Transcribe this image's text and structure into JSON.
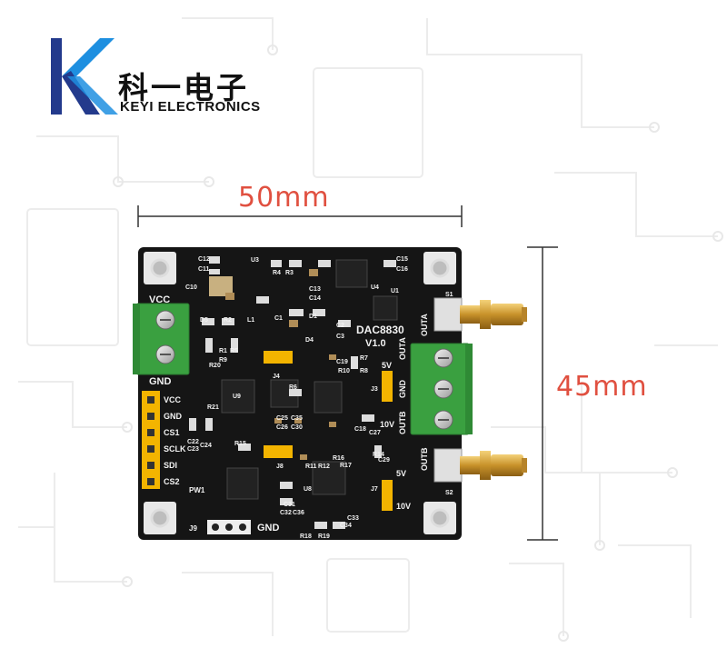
{
  "brand": {
    "name_cn": "科一电子",
    "name_en": "KEYI ELECTRONICS"
  },
  "dimensions": {
    "width_label": "50mm",
    "height_label": "45mm"
  },
  "board": {
    "model": "DAC8830",
    "version": "V1.0",
    "power_pins": {
      "vcc": "VCC",
      "gnd": "GND"
    },
    "header_pins": [
      "VCC",
      "GND",
      "CS1",
      "SCLK",
      "SDI",
      "CS2"
    ],
    "output_terminal": [
      "OUTA",
      "GND",
      "OUTB"
    ],
    "sma_labels": [
      "OUTA",
      "OUTB"
    ],
    "jumper_options": [
      "5V",
      "10V"
    ],
    "bottom_header": {
      "ref": "J9",
      "label": "GND"
    },
    "pw_label": "PW1",
    "designators": [
      "C12",
      "C11",
      "C10",
      "U3",
      "R4",
      "R3",
      "C13",
      "C14",
      "C15",
      "C16",
      "U4",
      "U1",
      "D5",
      "R2",
      "L1",
      "D1",
      "C1",
      "C2",
      "C3",
      "D4",
      "R1",
      "R5",
      "R9",
      "R20",
      "C19",
      "R10",
      "J4",
      "R6",
      "R7",
      "R8",
      "J3",
      "U9",
      "R21",
      "C25",
      "C35",
      "C26",
      "C30",
      "C18",
      "C22",
      "C27",
      "C23",
      "C24",
      "R15",
      "J8",
      "R14",
      "R11",
      "R12",
      "R16",
      "R17",
      "C29",
      "C31",
      "C33",
      "C32",
      "C36",
      "C34",
      "R18",
      "R19",
      "J7",
      "U8",
      "S1",
      "S2"
    ],
    "accent_colors": {
      "pcb": "#121212",
      "terminal": "#3aa040",
      "jumper": "#f3b400",
      "gold": "#d4a23a",
      "dimension": "#e05040",
      "logo_blue": "#1e8fe0",
      "logo_navy": "#233a8c"
    }
  }
}
